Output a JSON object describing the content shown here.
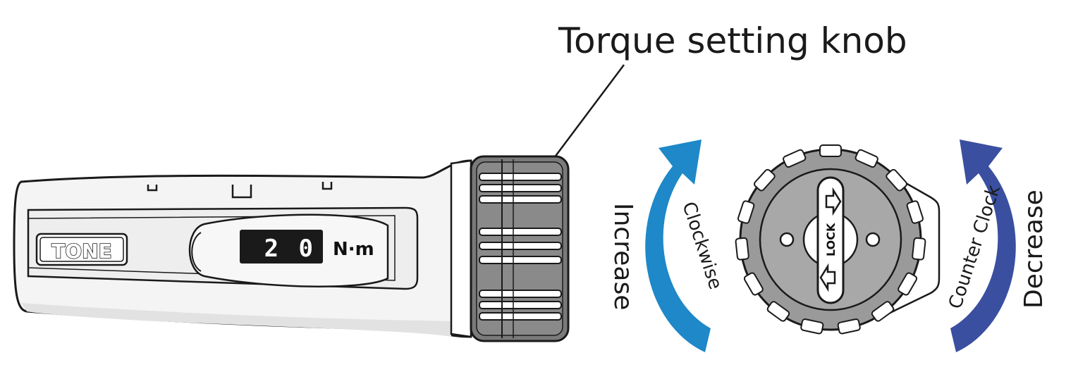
{
  "callout": {
    "label": "Torque setting knob"
  },
  "tool": {
    "brand": "TONE",
    "readout_value": "2 0",
    "unit": "N·m"
  },
  "clockwise_arrow": {
    "direction_label": "Clockwise",
    "effect_label": "Increase",
    "color": "#1e88c8"
  },
  "counter_clockwise_arrow": {
    "direction_label": "Counter Clock",
    "effect_label": "Decrease",
    "color": "#3a4fa0"
  },
  "knob_end_view": {
    "lock_label": "LOCK"
  }
}
